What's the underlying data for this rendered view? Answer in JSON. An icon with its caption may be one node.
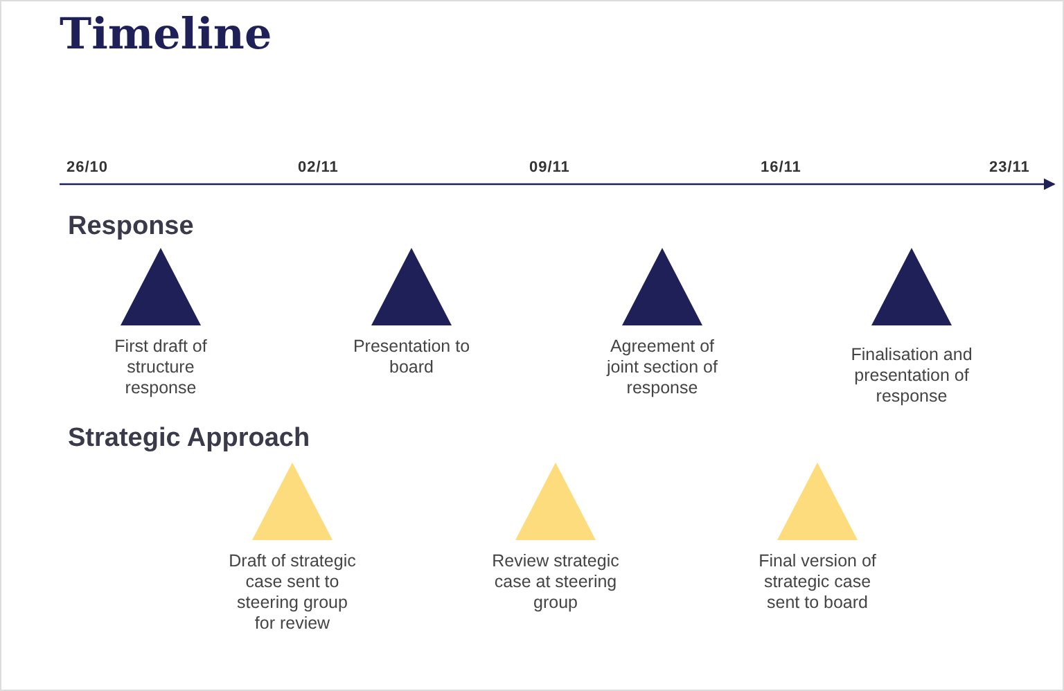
{
  "diagram": {
    "title": "Timeline",
    "nodes": [
      {
        "text": [
          "First draft of structure response"
        ]
      },
      {
        "text": [
          "Presentation to board"
        ]
      },
      {
        "text": [
          "Agreement of joint section of response"
        ]
      },
      {
        "text": [
          "Finalisation and presentation of response"
        ]
      },
      {
        "text": [
          "Draft of strategic case sent to steering group for review"
        ]
      },
      {
        "text": [
          "Review strategic case at steering group"
        ]
      },
      {
        "text": [
          "Final version of strategic case sent to board"
        ]
      }
    ],
    "labels": [
      "26/10",
      "02/11",
      "09/11",
      "16/11",
      "23/11",
      "Response",
      "Strategic Approach"
    ]
  }
}
